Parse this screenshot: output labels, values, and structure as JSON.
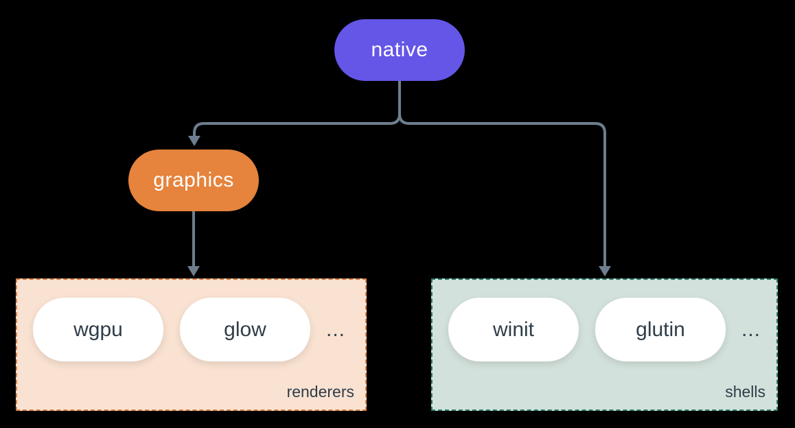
{
  "colors": {
    "background": "#000000",
    "native_fill": "#6456e7",
    "graphics_fill": "#e6833c",
    "node_text": "#ffffff",
    "item_text": "#2f3d49",
    "item_fill": "#ffffff",
    "renderers_bg": "#f9e2d2",
    "renderers_border": "#e07e3f",
    "shells_bg": "#d2e1db",
    "shells_border": "#2c7d6c",
    "connector": "#6e7e8e"
  },
  "diagram": {
    "nodes": {
      "native": {
        "label": "native"
      },
      "graphics": {
        "label": "graphics"
      }
    },
    "groups": {
      "renderers": {
        "label": "renderers",
        "items": [
          "wgpu",
          "glow"
        ],
        "ellipsis": "..."
      },
      "shells": {
        "label": "shells",
        "items": [
          "winit",
          "glutin"
        ],
        "ellipsis": "..."
      }
    }
  }
}
